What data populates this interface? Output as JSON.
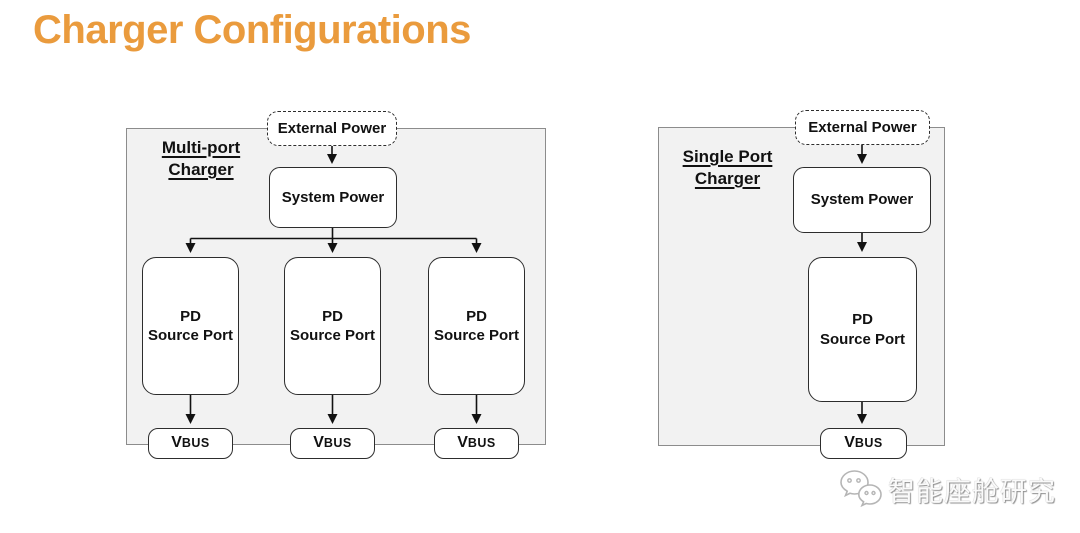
{
  "title": "Charger Configurations",
  "colors": {
    "accent_orange": "#EA9B3D",
    "container_fill": "#f2f2f2",
    "container_border": "#8c8c8c",
    "node_border": "#2d2d2d",
    "arrow": "#111111"
  },
  "diagrams": {
    "left": {
      "label": "Multi-port\nCharger",
      "external_power": "External Power",
      "system_power": "System Power",
      "ports": [
        {
          "label": "PD\nSource Port",
          "vbus": {
            "v": "V",
            "bus": "BUS"
          }
        },
        {
          "label": "PD\nSource Port",
          "vbus": {
            "v": "V",
            "bus": "BUS"
          }
        },
        {
          "label": "PD\nSource Port",
          "vbus": {
            "v": "V",
            "bus": "BUS"
          }
        }
      ]
    },
    "right": {
      "label": "Single Port\nCharger",
      "external_power": "External Power",
      "system_power": "System Power",
      "ports": [
        {
          "label": "PD\nSource Port",
          "vbus": {
            "v": "V",
            "bus": "BUS"
          }
        }
      ]
    }
  },
  "watermark": {
    "icon": "wechat-icon",
    "text": "智能座舱研究"
  }
}
